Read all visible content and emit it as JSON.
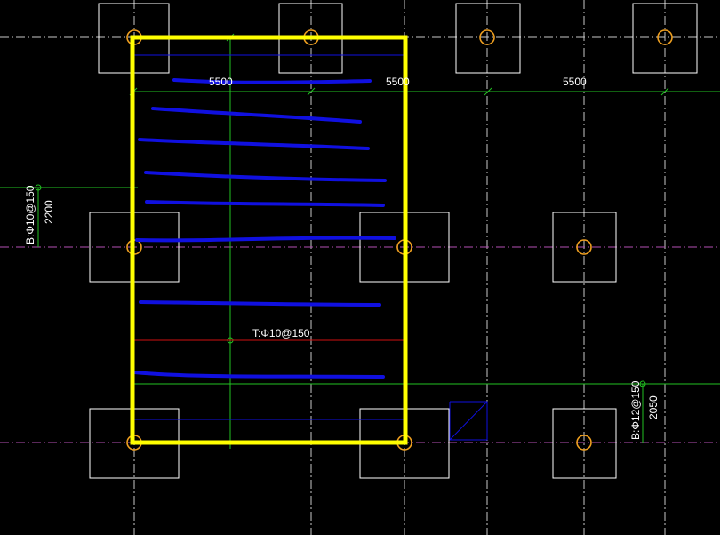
{
  "colors": {
    "background": "#000000",
    "axis": "#c8c8c8",
    "axis_magenta": "#b44fb4",
    "column": "#ffffff",
    "pile": "#f0a020",
    "dimension": "#22c222",
    "highlight": "#ffff00",
    "rebar_blue": "#1010e0",
    "rebar_red": "#d01010",
    "label_text": "#ffffff"
  },
  "dimensions": {
    "span_a": "5500",
    "span_b": "5500",
    "span_c": "5500",
    "left_extent": "2200",
    "right_extent": "2050"
  },
  "rebar_labels": {
    "top_main": "T:Φ10@150",
    "bottom_left": "B:Φ10@150",
    "bottom_right": "B:Φ12@150"
  }
}
